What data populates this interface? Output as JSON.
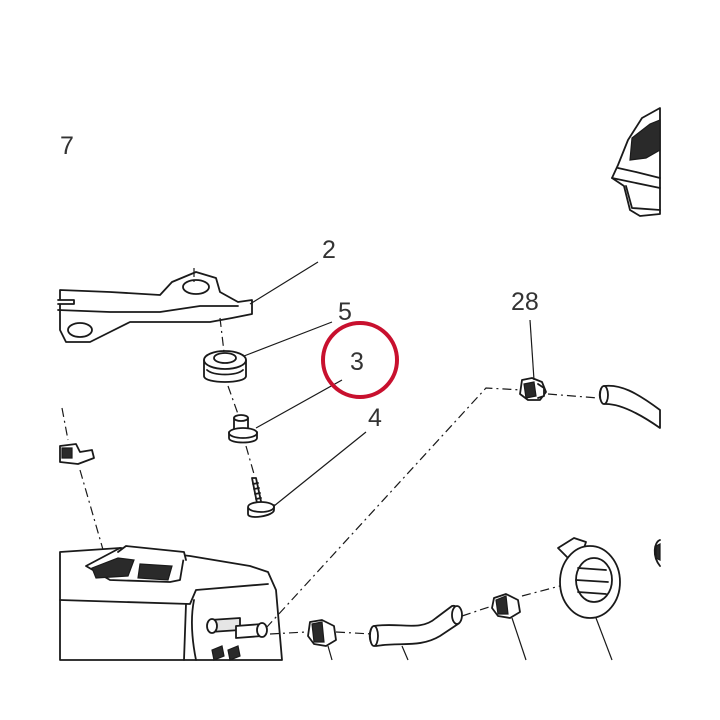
{
  "diagram": {
    "callouts": {
      "c7": "7",
      "c2": "2",
      "c5": "5",
      "c3": "3",
      "c4": "4",
      "c28": "28"
    },
    "highlight_color": "#c8102e",
    "highlighted_callout": "3"
  }
}
